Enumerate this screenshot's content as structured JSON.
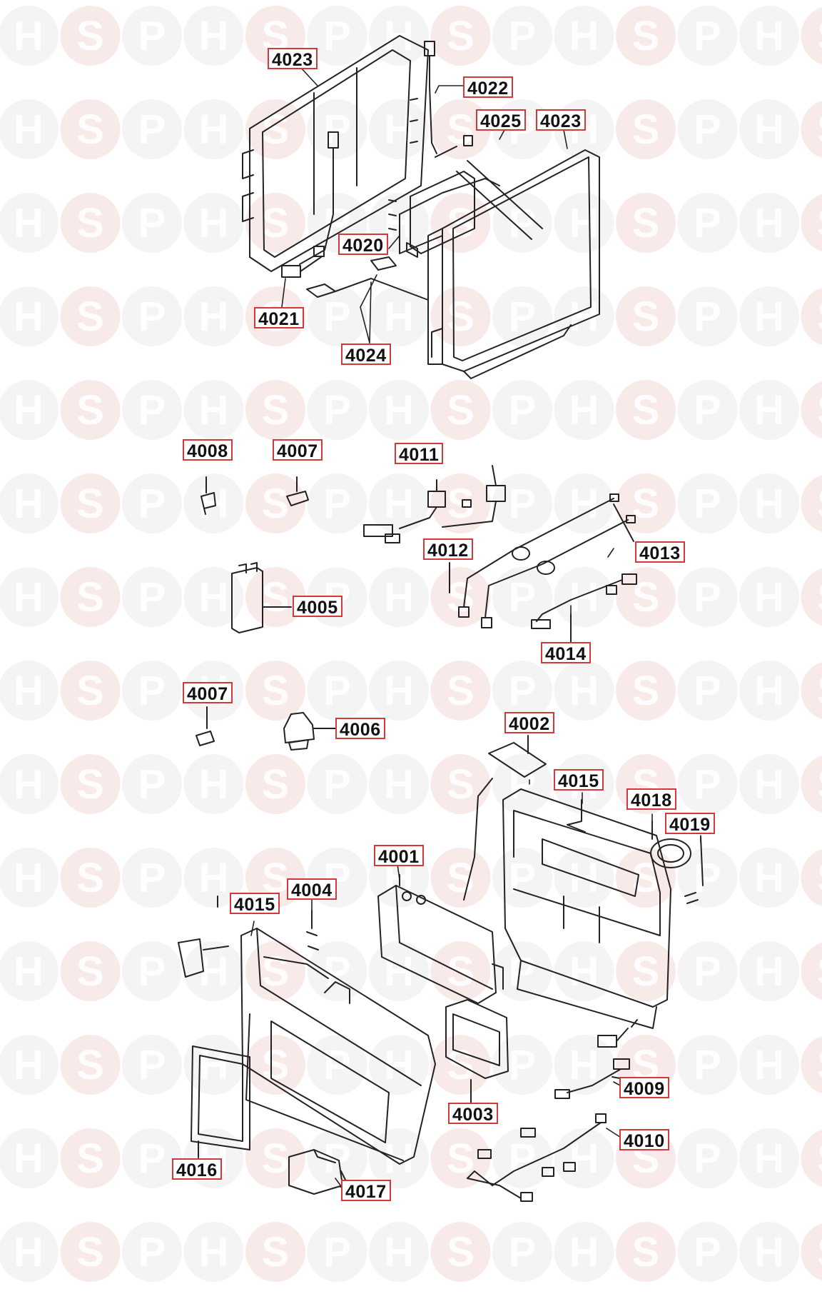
{
  "watermark": {
    "letters": [
      "H",
      "S",
      "P"
    ],
    "accent": "#e9b4b4",
    "neutral": "#d8d8d8"
  },
  "colors": {
    "label_border": "#d23a3a",
    "line": "#222222"
  },
  "labels": {
    "top_frame_left": "4023",
    "top_harness": "4022",
    "top_clip": "4025",
    "top_frame_right": "4023",
    "top_bracket": "4020",
    "top_connector": "4021",
    "top_seals": "4024",
    "sensor_a": "4008",
    "clip_a": "4007",
    "harness_a": "4011",
    "harness_b": "4012",
    "harness_c": "4013",
    "harness_d": "4014",
    "relay": "4005",
    "clip_b": "4007",
    "switch": "4006",
    "cover_plate": "4002",
    "rear_panel": "4015",
    "gasket": "4018",
    "screw_set": "4019",
    "pcb": "4001",
    "pin": "4004",
    "front_panel": "4015",
    "display_board": "4003",
    "loom_a": "4009",
    "loom_b": "4010",
    "window": "4016",
    "holder": "4017"
  }
}
